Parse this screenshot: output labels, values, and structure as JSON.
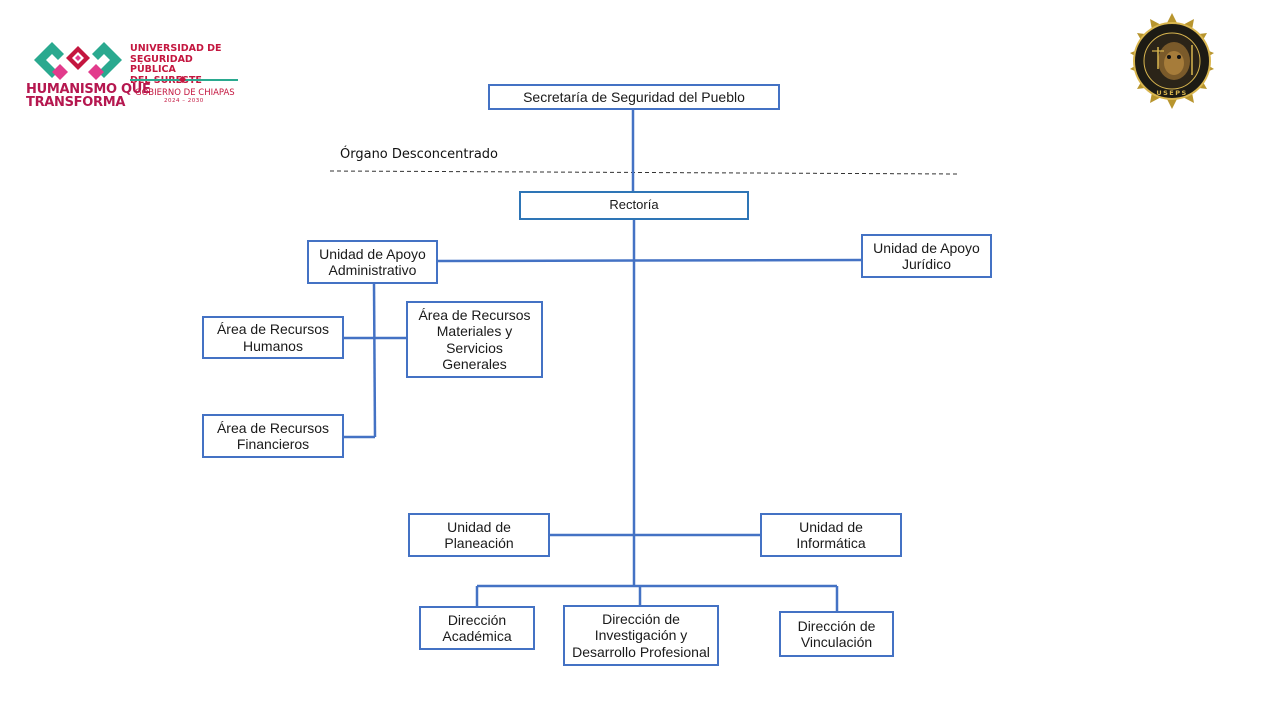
{
  "header": {
    "slogan": "HUMANISMO QUE\nTRANSFORMA",
    "university": "UNIVERSIDAD DE\nSEGURIDAD PÚBLICA\nDEL SURESTE",
    "government": "GOBIERNO DE CHIAPAS",
    "years": "2024 – 2030",
    "seal_text": "USEPS"
  },
  "org_label": "Órgano Desconcentrado",
  "nodes": {
    "secretaria": "Secretaría de Seguridad del Pueblo",
    "rectoria": "Rectoría",
    "apoyo_admin": "Unidad de Apoyo\nAdministrativo",
    "apoyo_juridico": "Unidad de Apoyo\nJurídico",
    "rh": "Área de Recursos\nHumanos",
    "materiales": "Área de Recursos\nMateriales y\nServicios\nGenerales",
    "financieros": "Área de Recursos\nFinancieros",
    "planeacion": "Unidad de\nPlaneación",
    "informatica": "Unidad de\nInformática",
    "academica": "Dirección\nAcadémica",
    "investigacion": "Dirección de\nInvestigación y\nDesarrollo Profesional",
    "vinculacion": "Dirección de\nVinculación"
  },
  "colors": {
    "box_border": "#4472c4",
    "line": "#4472c4",
    "brand_magenta": "#c4163f",
    "brand_teal": "#2aa98f"
  }
}
